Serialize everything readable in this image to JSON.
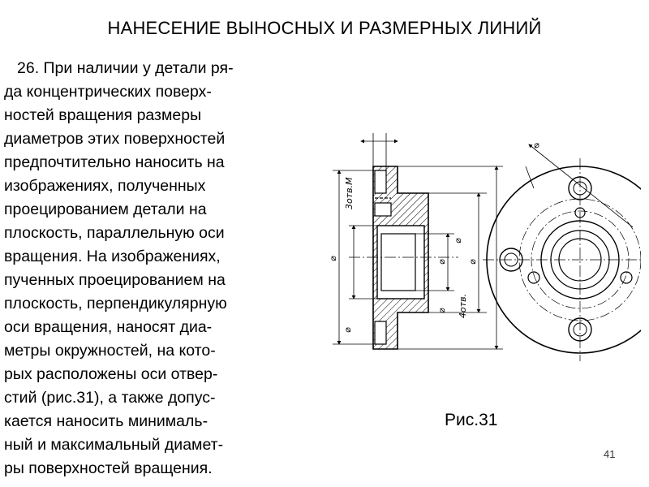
{
  "title": "НАНЕСЕНИЕ ВЫНОСНЫХ И РАЗМЕРНЫХ ЛИНИЙ",
  "body_lines": [
    "26. При наличии у детали ря-",
    "да концентрических поверх-",
    "ностей вращения размеры",
    "диаметров этих поверхностей",
    "предпочтительно наносить на",
    "изображениях, полученных",
    "проецированием детали на",
    "плоскость, параллельную оси",
    "вращения. На изображениях,",
    "пученных проецированием на",
    "плоскость, перпендикулярную",
    "оси вращения, наносят диа-",
    "метры окружностей, на кото-",
    "рых расположены оси отвер-",
    "стий (рис.31), а также допус-",
    "кается наносить минималь-",
    "ный и максимальный диамет-",
    "ры поверхностей вращения."
  ],
  "figure": {
    "caption": "Рис.31",
    "labels": {
      "holes_top": "3отв.М",
      "holes_bottom": "4отв.",
      "diameter_symbol": "⌀"
    }
  },
  "page_number": "41"
}
